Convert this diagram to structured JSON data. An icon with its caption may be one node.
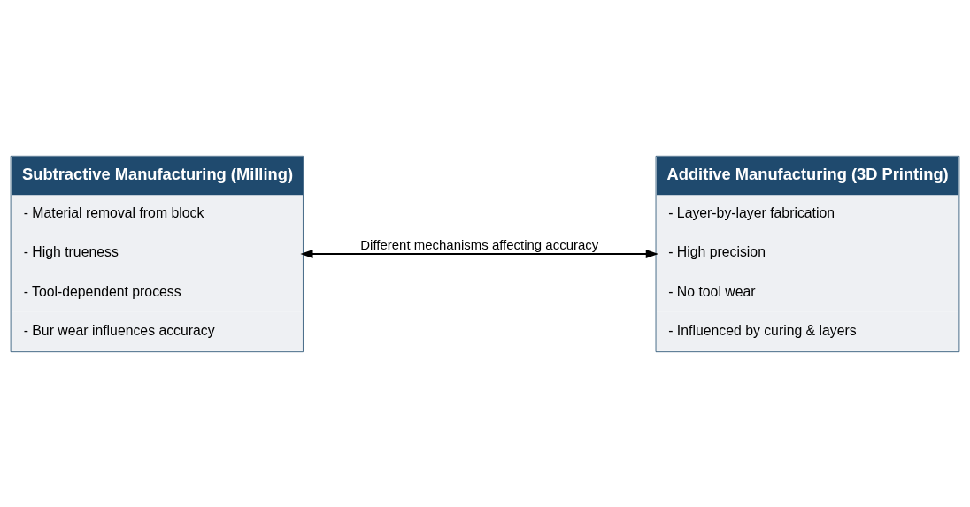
{
  "diagram": {
    "nodes": [
      {
        "text": [
          "Subtractive Manufacturing (Milling)",
          "- Material removal from block",
          "- High trueness",
          "- Tool-dependent process",
          "- Bur wear influences accuracy"
        ]
      },
      {
        "text": [
          "Additive Manufacturing (3D Printing)",
          "- Layer-by-layer fabrication",
          "- High precision",
          "- No tool wear",
          "- Influenced by curing & layers"
        ]
      }
    ],
    "edges": [
      {
        "from": 0,
        "to": 1,
        "arrow": "both",
        "label": "Different mechanisms affecting accuracy"
      }
    ]
  }
}
